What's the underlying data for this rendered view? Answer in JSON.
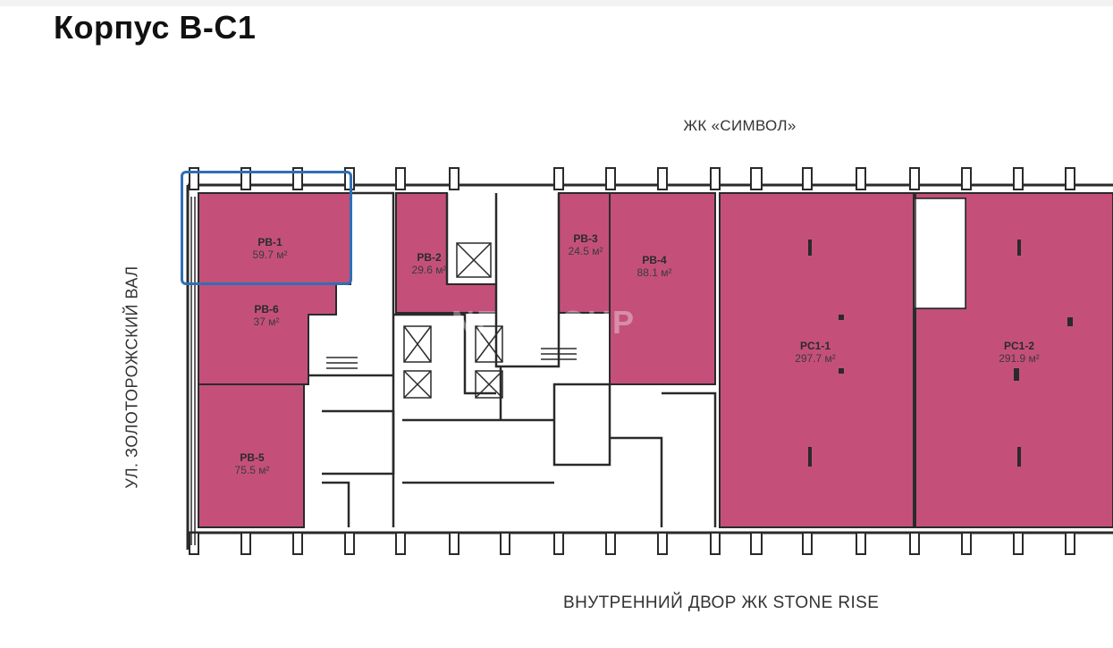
{
  "title": "Корпус B-C1",
  "streets": {
    "top": "ЖК «СИМВОЛ»",
    "bottom": "ВНУТРЕННИЙ ДВОР ЖК STONE RISE",
    "left": "УЛ. ЗОЛОТОРОЖСКИЙ ВАЛ"
  },
  "watermark": "NF GROUP",
  "colors": {
    "unit_fill": "#c4507a",
    "unit_fill_dark": "#b84570",
    "wall": "#2a2a2a",
    "selection": "#2f6fb3"
  },
  "units": [
    {
      "code": "PB-1",
      "area": "59.7 м²"
    },
    {
      "code": "PB-2",
      "area": "29.6 м²"
    },
    {
      "code": "PB-3",
      "area": "24.5 м²"
    },
    {
      "code": "PB-4",
      "area": "88.1 м²"
    },
    {
      "code": "PB-5",
      "area": "75.5 м²"
    },
    {
      "code": "PB-6",
      "area": "37 м²"
    },
    {
      "code": "PC1-1",
      "area": "297.7 м²"
    },
    {
      "code": "PC1-2",
      "area": "291.9 м²"
    }
  ],
  "selected_unit": "PB-1"
}
